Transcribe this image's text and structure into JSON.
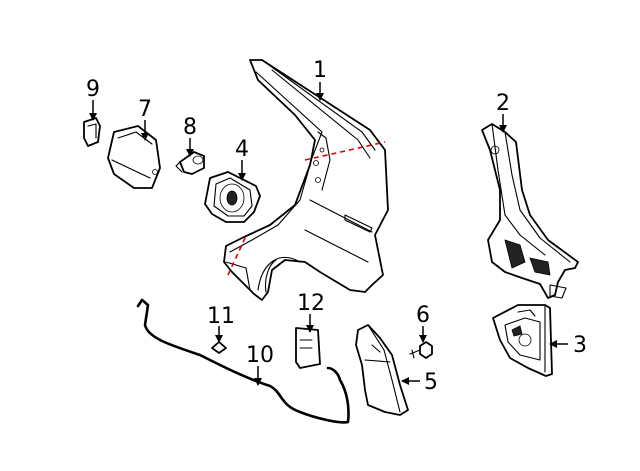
{
  "callouts": {
    "c1": "1",
    "c2": "2",
    "c3": "3",
    "c4": "4",
    "c5": "5",
    "c6": "6",
    "c7": "7",
    "c8": "8",
    "c9": "9",
    "c10": "10",
    "c11": "11",
    "c12": "12"
  },
  "colors": {
    "line": "#000000",
    "cut_line": "#e00000",
    "background": "#ffffff"
  }
}
